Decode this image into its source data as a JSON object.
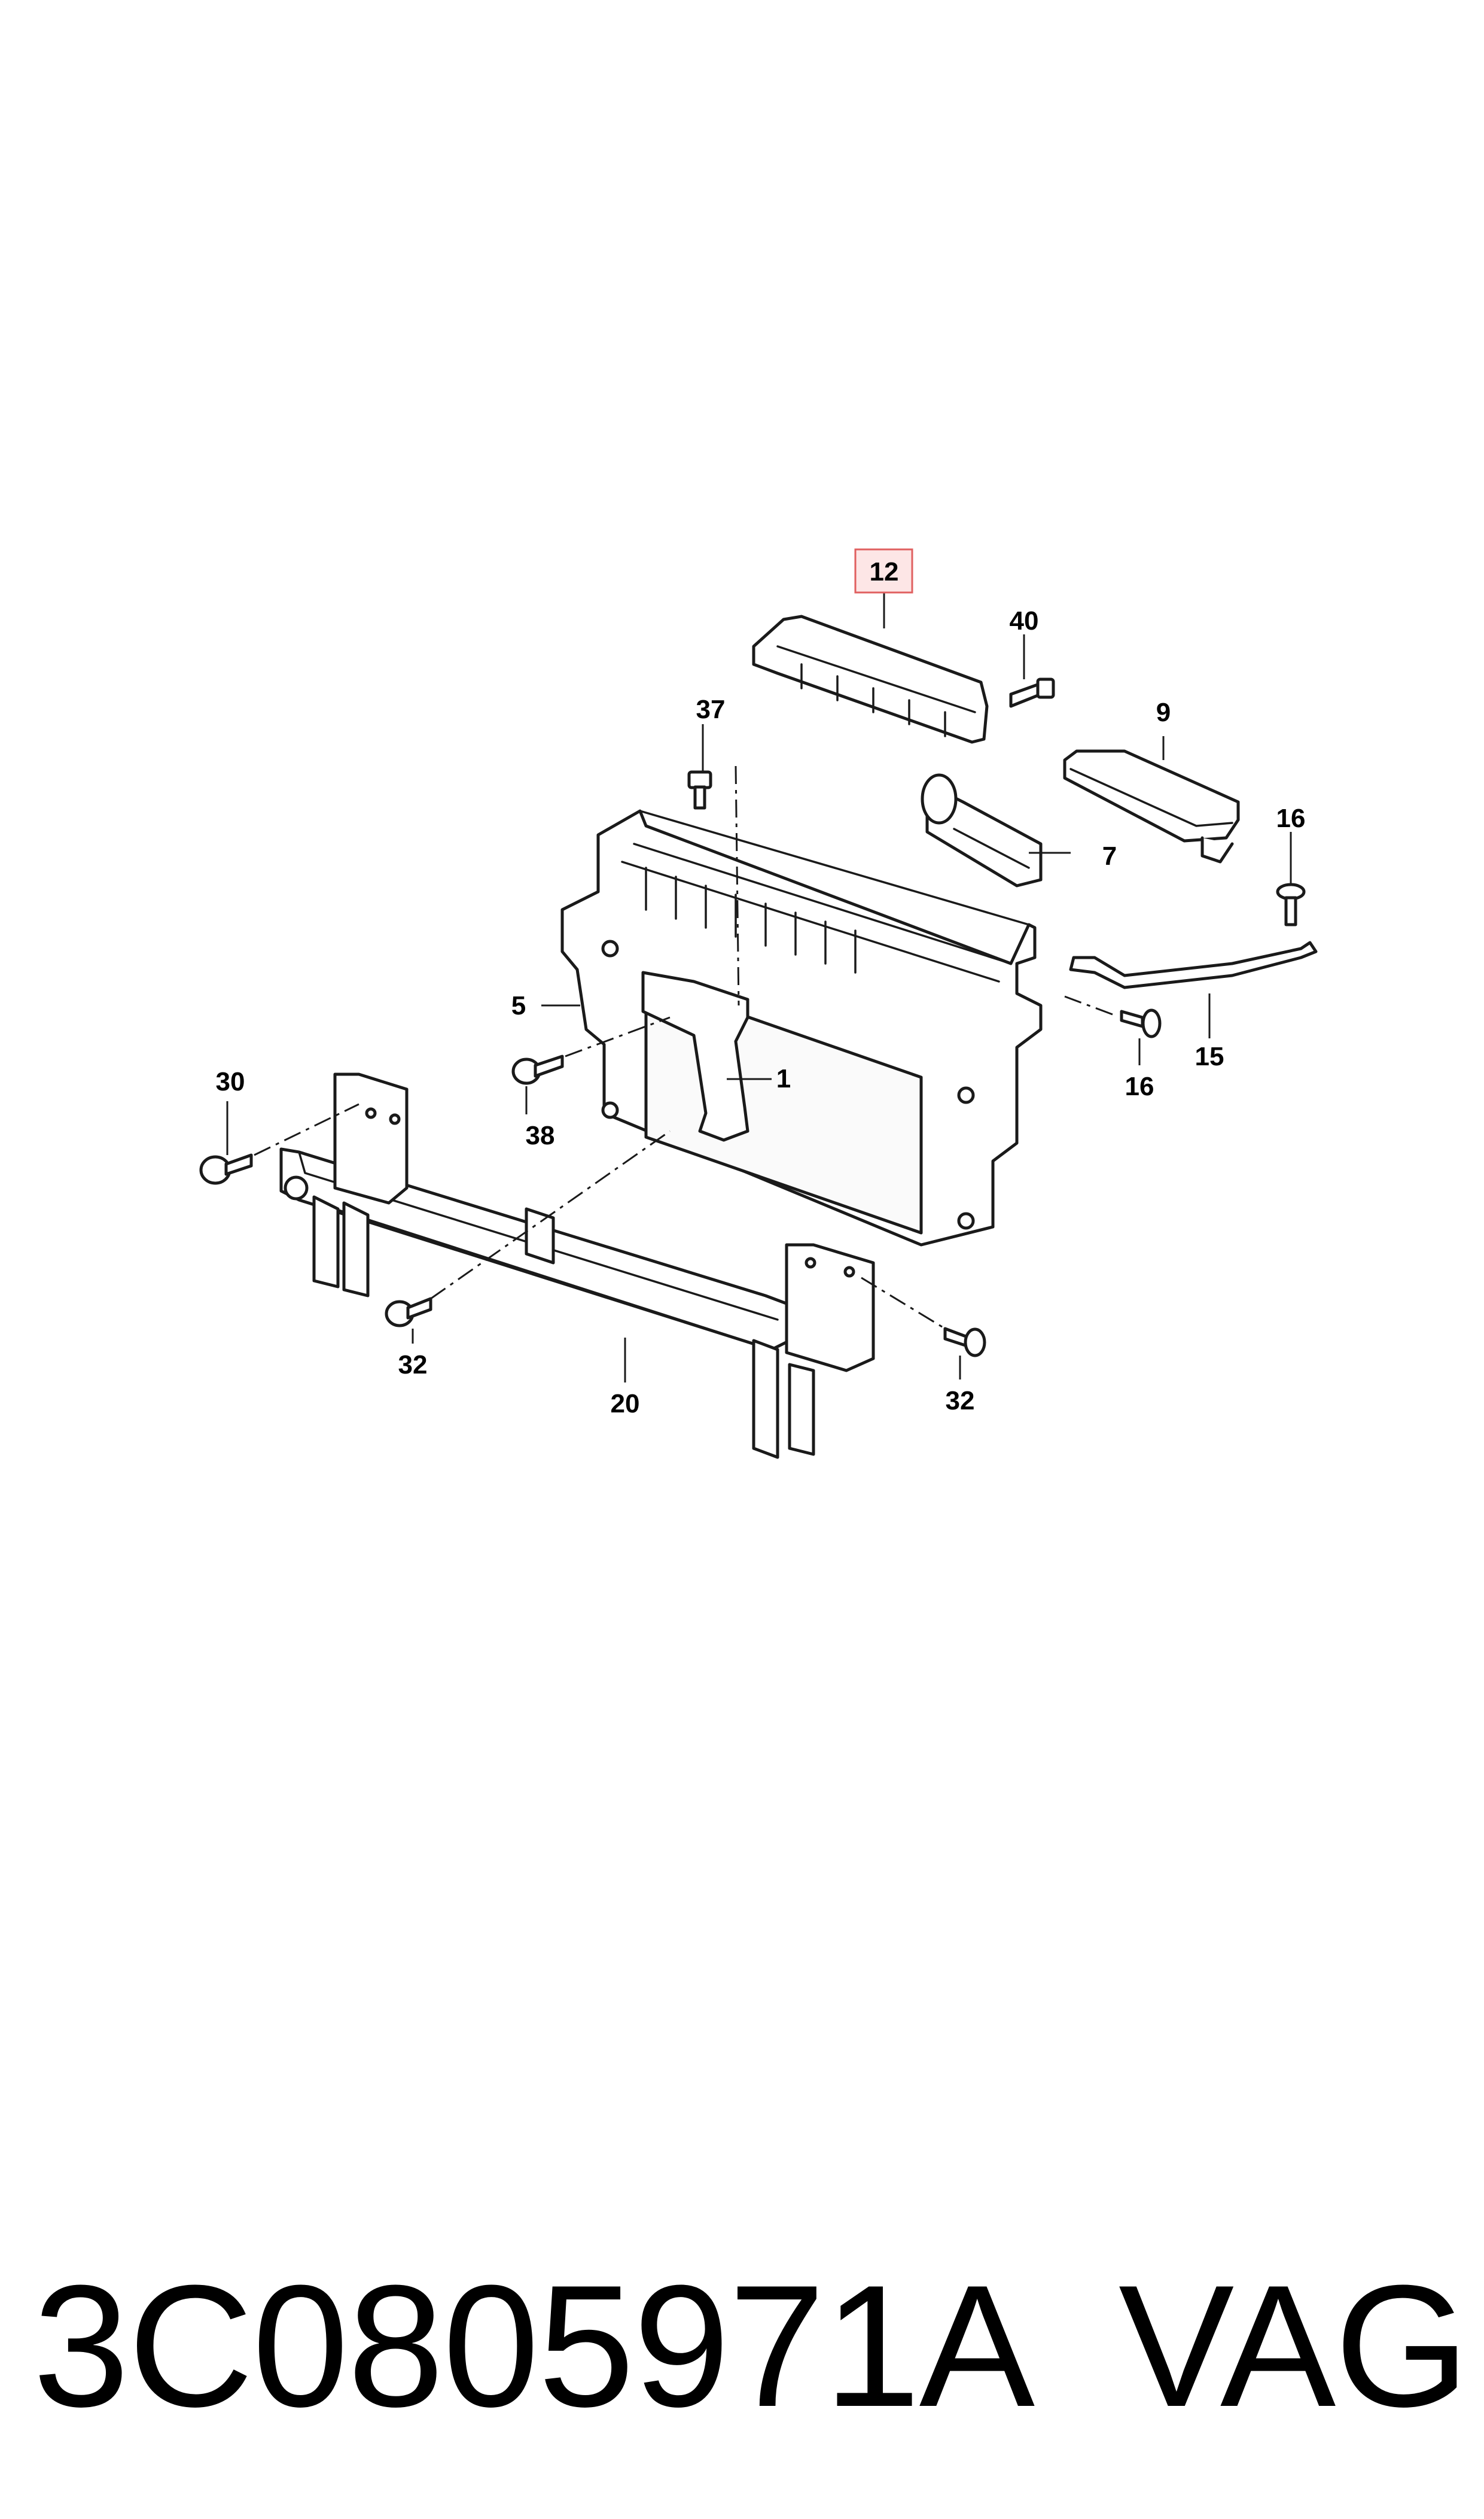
{
  "diagram": {
    "callouts": [
      {
        "id": "12",
        "label": "12",
        "highlighted": true
      },
      {
        "id": "40",
        "label": "40"
      },
      {
        "id": "37",
        "label": "37"
      },
      {
        "id": "9",
        "label": "9"
      },
      {
        "id": "7",
        "label": "7"
      },
      {
        "id": "16a",
        "label": "16"
      },
      {
        "id": "5",
        "label": "5"
      },
      {
        "id": "1",
        "label": "1"
      },
      {
        "id": "30",
        "label": "30"
      },
      {
        "id": "38",
        "label": "38"
      },
      {
        "id": "16b",
        "label": "16"
      },
      {
        "id": "15",
        "label": "15"
      },
      {
        "id": "32a",
        "label": "32"
      },
      {
        "id": "20",
        "label": "20"
      },
      {
        "id": "32b",
        "label": "32"
      }
    ],
    "highlight_color": "#e06060"
  },
  "caption": {
    "part_number": "3C0805971A",
    "brand": "VAG"
  }
}
